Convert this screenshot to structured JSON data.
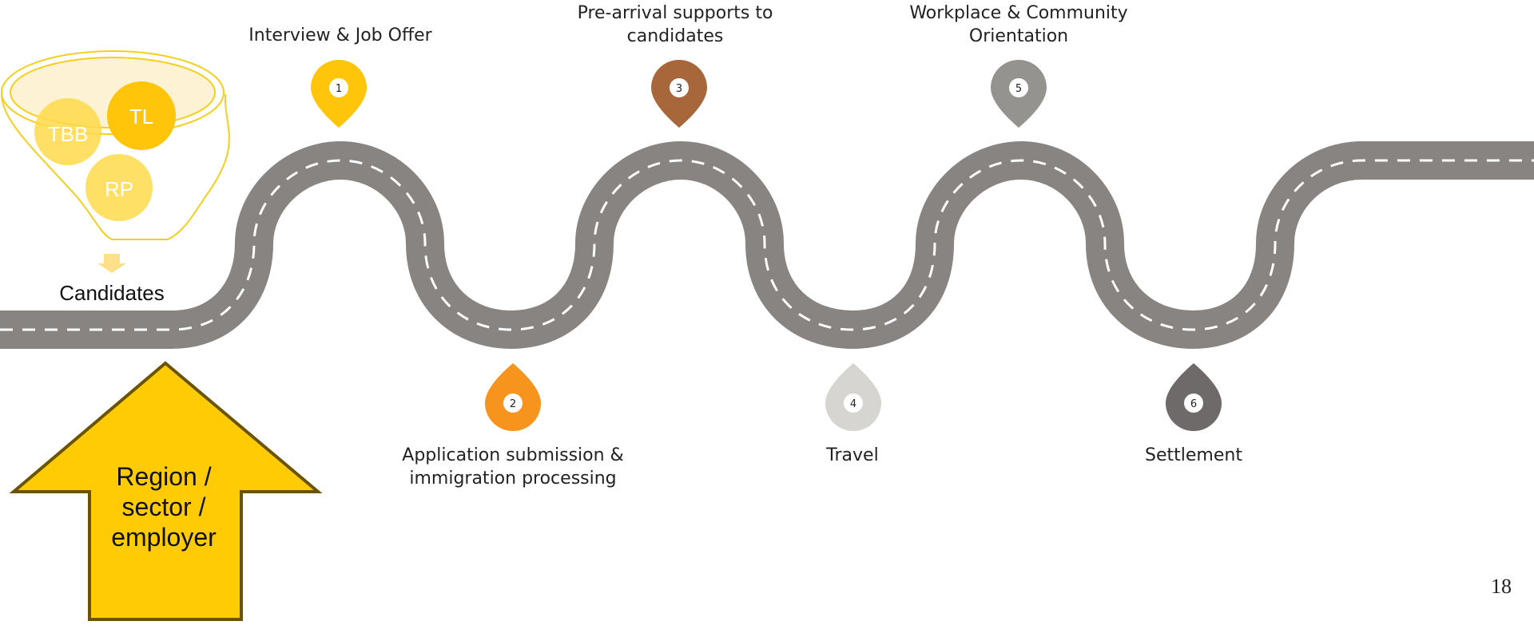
{
  "colors": {
    "road": "#878481",
    "road_dash": "#ffffff",
    "funnel_outline": "#f5cf1f",
    "arrow_fill": "#ffcb05",
    "arrow_stroke": "#6b5400",
    "step_1": "#ffc50a",
    "step_2": "#f7941d",
    "step_3": "#a8673a",
    "step_4": "#d7d5d2",
    "step_5": "#959390",
    "step_6": "#6d6a69"
  },
  "funnel": {
    "circles": [
      {
        "label": "TBB"
      },
      {
        "label": "TL"
      },
      {
        "label": "RP"
      }
    ],
    "candidates_label": "Candidates"
  },
  "arrow": {
    "label_lines": [
      "Region /",
      "sector /",
      "employer"
    ]
  },
  "steps": [
    {
      "number": "1",
      "label_lines": [
        "Interview & Job Offer"
      ],
      "color": "step_1"
    },
    {
      "number": "2",
      "label_lines": [
        "Application submission &",
        "immigration processing"
      ],
      "color": "step_2"
    },
    {
      "number": "3",
      "label_lines": [
        "Pre-arrival supports to",
        "candidates"
      ],
      "color": "step_3"
    },
    {
      "number": "4",
      "label_lines": [
        "Travel"
      ],
      "color": "step_4"
    },
    {
      "number": "5",
      "label_lines": [
        "Workplace & Community",
        "Orientation"
      ],
      "color": "step_5"
    },
    {
      "number": "6",
      "label_lines": [
        "Settlement"
      ],
      "color": "step_6"
    }
  ],
  "page_number": "18"
}
